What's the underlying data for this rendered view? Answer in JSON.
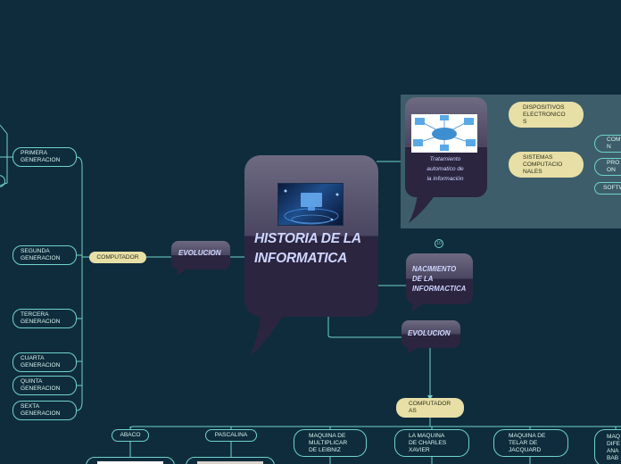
{
  "central": {
    "title": "HISTORIA DE LA INFORMATICA"
  },
  "left_branch": {
    "bubble": "EVOLUCION",
    "hub": "COMPUTADOR",
    "generations": [
      "PRIMERA\nGENERACION",
      "SEGUNDA\nGENERACION",
      "TERCERA\nGENERACION",
      "CUARTA\nGENERACION",
      "QUINTA\nGENERACION",
      "SEXTA\nGENERACION"
    ]
  },
  "top_right": {
    "bubble": "Tratamiento\nautomatico de\nla información",
    "items": [
      "DISPOSITIVOS\nELECTRONICO\nS",
      "SISTEMAS\nCOMPUTACIO\nNALES"
    ],
    "sub_items": [
      "COM\nN",
      "PRO\nON",
      "SOFTW"
    ]
  },
  "right_middle": {
    "bubble": "NACIMIENTO\nDE LA\nINFORMACTICA",
    "badge": "10"
  },
  "bottom": {
    "bubble": "EVOLUCION",
    "hub": "COMPUTADOR\nAS",
    "machines": [
      "ABACO",
      "PASCALINA",
      "MAQUINA DE\nMULTIPLICAR\nDE LEIBNIZ",
      "LA MAQUINA\nDE CHARLES\nXAVIER",
      "MAQUINA DE\nTELAR DE\nJACQUARD",
      "MAQ\nDIFE\nANA\nBAB"
    ]
  },
  "colors": {
    "background": "#0f2c3c",
    "line": "#6fd3c9",
    "panel": "#3d5d6a",
    "bubble_top": "#6e6a82",
    "bubble_bottom": "#2b2540",
    "bubble_text": "#cfd6ff",
    "cream": "#e7dfa6"
  }
}
